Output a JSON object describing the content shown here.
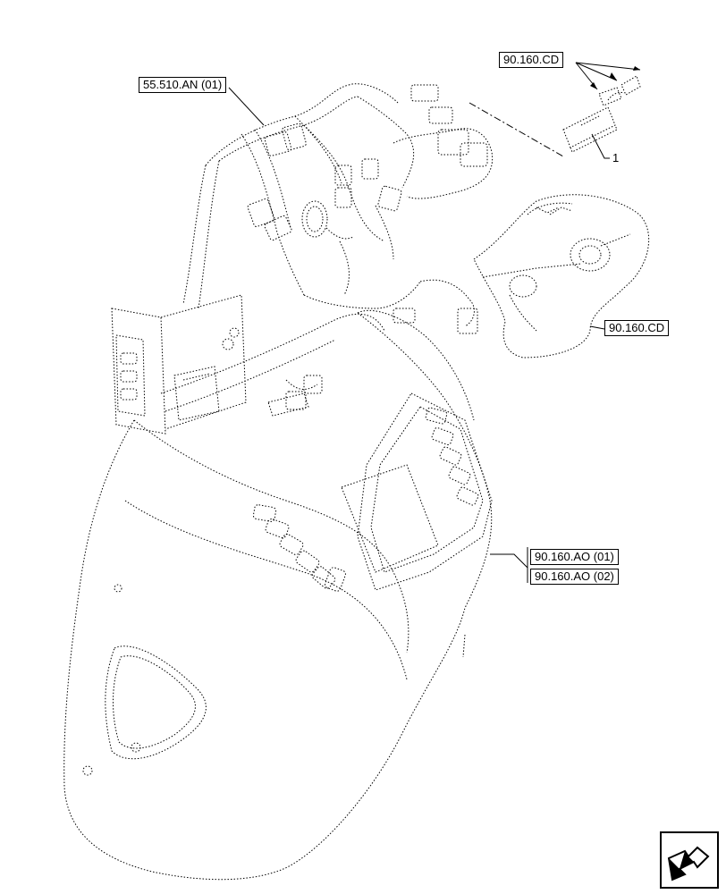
{
  "references": {
    "harness": "55.510.AN (01)",
    "switch_top": "90.160.CD",
    "switch_side": "90.160.CD",
    "panel_1": "90.160.AO (01)",
    "panel_2": "90.160.AO (02)"
  },
  "callouts": {
    "item_1": "1"
  },
  "icons": {
    "nav": "next-page-arrow-icon"
  }
}
